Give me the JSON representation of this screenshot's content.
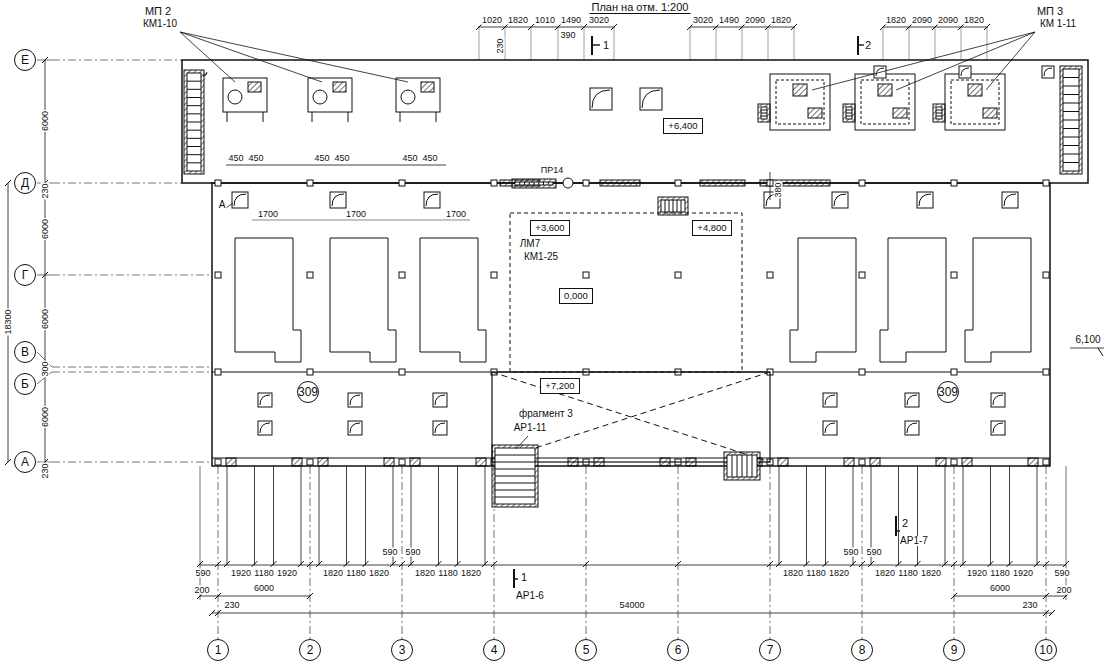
{
  "diagram": {
    "title": "План на отм. 1:200",
    "nodes": [
      {
        "text": [
          "Е"
        ]
      },
      {
        "text": [
          "Д"
        ]
      },
      {
        "text": [
          "Г"
        ]
      },
      {
        "text": [
          "В"
        ]
      },
      {
        "text": [
          "Б"
        ]
      },
      {
        "text": [
          "А"
        ]
      },
      {
        "text": [
          "+6,400"
        ]
      },
      {
        "text": [
          "+3,600"
        ]
      },
      {
        "text": [
          "+4,800"
        ]
      },
      {
        "text": [
          "0,000"
        ]
      },
      {
        "text": [
          "+7,200"
        ]
      },
      {
        "text": [
          "309"
        ]
      },
      {
        "text": [
          "309"
        ]
      },
      {
        "text": [
          "1"
        ]
      },
      {
        "text": [
          "2"
        ]
      },
      {
        "text": [
          "3"
        ]
      },
      {
        "text": [
          "4"
        ]
      },
      {
        "text": [
          "5"
        ]
      },
      {
        "text": [
          "6"
        ]
      },
      {
        "text": [
          "7"
        ]
      },
      {
        "text": [
          "8"
        ]
      },
      {
        "text": [
          "9"
        ]
      },
      {
        "text": [
          "10"
        ]
      }
    ],
    "labels": [
      "МП 2",
      "КМ1-10",
      "1020",
      "1820",
      "1010",
      "1490",
      "3020",
      "390",
      "230",
      "1",
      "3020",
      "1490",
      "2090",
      "1820",
      "2",
      "1820",
      "2090",
      "2090",
      "1820",
      "МП 3",
      "КМ 1-11",
      "6000",
      "230",
      "6000",
      "18300",
      "6000",
      "300",
      "6000",
      "230",
      "450",
      "450",
      "450",
      "450",
      "450",
      "450",
      "ПР14",
      "380",
      "А",
      "1700",
      "1700",
      "1700",
      "ЛМ7",
      "КМ1-25",
      "6,100",
      "фрагмент 3",
      "АР1-11",
      "2",
      "АР1-7",
      "590",
      "590",
      "590",
      "590",
      "590",
      "1920",
      "1180",
      "1920",
      "1820",
      "1180",
      "1820",
      "1820",
      "1180",
      "1820",
      "1820",
      "1180",
      "1820",
      "1820",
      "1180",
      "1820",
      "1920",
      "1180",
      "1920",
      "590",
      "1",
      "6000",
      "200",
      "6000",
      "200",
      "АР1-6",
      "230",
      "54000",
      "230"
    ]
  }
}
